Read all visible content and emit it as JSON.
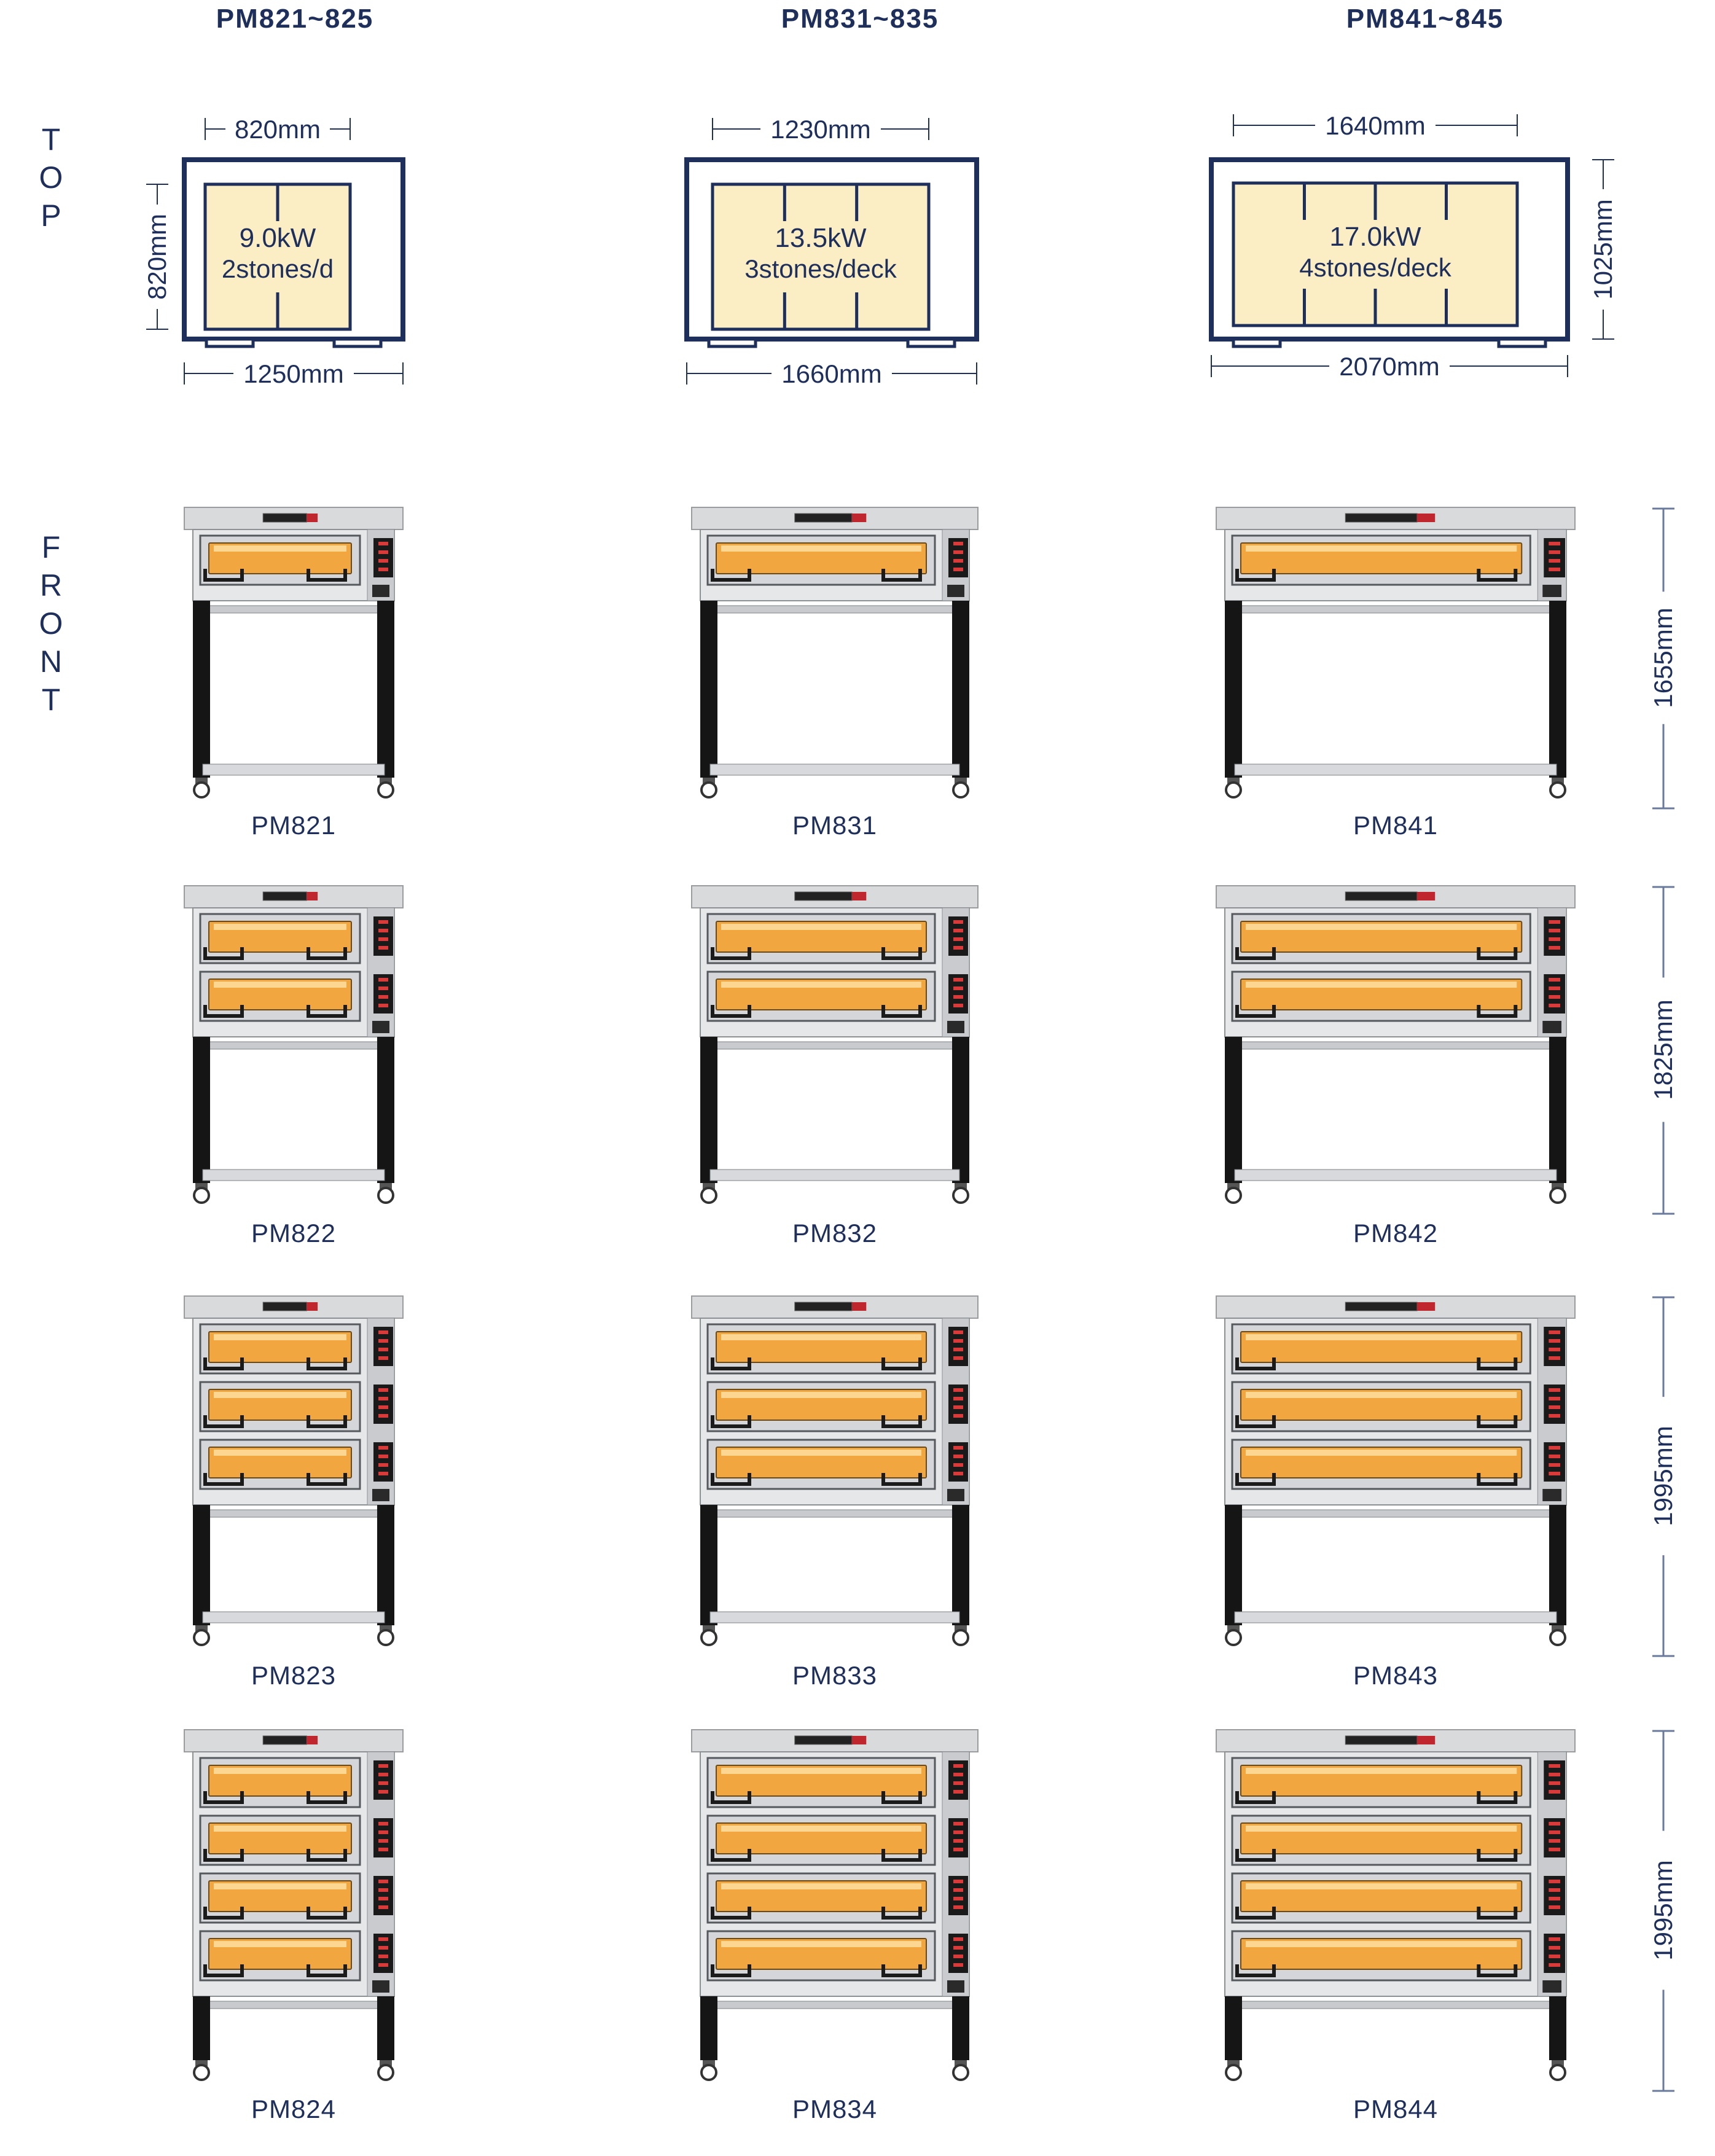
{
  "columns": [
    {
      "title": "PM821~825",
      "top": {
        "inner_width": "820mm",
        "depth": "820mm",
        "outer_width": "1250mm",
        "power": "9.0kW",
        "stones": "2stones/d",
        "stone_count": 2
      }
    },
    {
      "title": "PM831~835",
      "top": {
        "inner_width": "1230mm",
        "outer_width": "1660mm",
        "power": "13.5kW",
        "stones": "3stones/deck",
        "stone_count": 3
      }
    },
    {
      "title": "PM841~845",
      "top": {
        "inner_width": "1640mm",
        "outer_width": "2070mm",
        "depth": "1025mm",
        "power": "17.0kW",
        "stones": "4stones/deck",
        "stone_count": 4
      }
    }
  ],
  "side_labels": {
    "top": [
      "T",
      "O",
      "P"
    ],
    "front": [
      "F",
      "R",
      "O",
      "N",
      "T"
    ]
  },
  "rows": [
    {
      "decks": 1,
      "height": "1655mm",
      "models": [
        "PM821",
        "PM831",
        "PM841"
      ]
    },
    {
      "decks": 2,
      "height": "1825mm",
      "models": [
        "PM822",
        "PM832",
        "PM842"
      ]
    },
    {
      "decks": 3,
      "height": "1995mm",
      "models": [
        "PM823",
        "PM833",
        "PM843"
      ]
    },
    {
      "decks": 4,
      "height": "1995mm",
      "models": [
        "PM824",
        "PM834",
        "PM844"
      ]
    }
  ],
  "colors": {
    "navy": "#1e2f5c",
    "stone": "#fbeec4",
    "steel": "#d9dadc",
    "glow": "#f2a640",
    "leg": "#151515"
  },
  "icons": {
    "oven": "deck-oven-illustration"
  }
}
